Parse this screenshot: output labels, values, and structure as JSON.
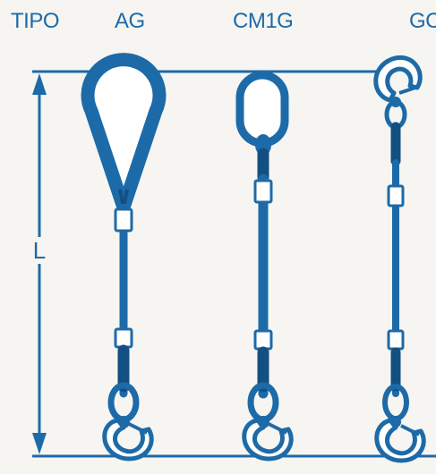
{
  "headers": {
    "tipo": "TIPO",
    "ag": "AG",
    "cm1g": "CM1G",
    "gc": "GC"
  },
  "dimension_label": "L",
  "colors": {
    "primary_blue": "#1d6aa8",
    "dark_blue": "#134f82",
    "background": "#f6f5f1",
    "ferrule": "#ffffff"
  },
  "slings": [
    {
      "type": "AG",
      "top_fitting": "thimble-eye",
      "bottom_fitting": "hook"
    },
    {
      "type": "CM1G",
      "top_fitting": "master-link",
      "bottom_fitting": "hook"
    },
    {
      "type": "GC",
      "top_fitting": "hook",
      "bottom_fitting": "hook"
    }
  ]
}
